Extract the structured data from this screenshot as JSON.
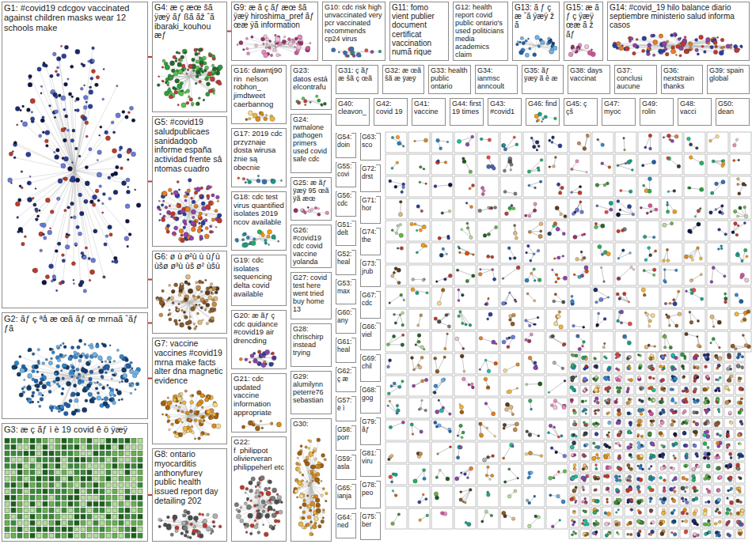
{
  "diagram": {
    "nodes": [
      {
        "text": [
          "G1: #covid19 cdcgov vaccinated against children masks wear 12 schools make"
        ]
      },
      {
        "text": [
          "G2: ãƒ ç ªå æ œã ãƒ œ mrnaã ˆãƒ ƒã"
        ]
      },
      {
        "text": [
          "G3: æ ç ãƒ ì è 19 covid ê ö ÿæÿ"
        ]
      },
      {
        "text": [
          "G4: æ ç æœ šã ÿæÿ ãƒ ßã ãž ˆã ibaraki_kouhou æƒ"
        ]
      },
      {
        "text": [
          "G5: #covid19 saludpublicaes sanidadgob informe españa actividad frente sâ ntomas cuadro"
        ]
      },
      {
        "text": [
          "G6: ø ù ø²ù ù ùƒù ùšø ø³ù ùš ø² ùšù"
        ]
      },
      {
        "text": [
          "G7: vaccine vaccines #covid19 mrna make facts alter dna magnetic evidence"
        ]
      },
      {
        "text": [
          "G8: ontario myocarditis anthonyfurey public health issued report day detailing 202"
        ]
      },
      {
        "text": [
          "G9: æ ã ç ãƒ æœ šã ÿæÿ hiroshima_pref ãƒ œæ ÿã information"
        ]
      },
      {
        "text": [
          "G10: cdc risk high unvaccinated very pcr vaccinated recommends cp24 virus"
        ]
      },
      {
        "text": [
          "G11: fomo vient publier document certificat vaccination numã rique"
        ]
      },
      {
        "text": [
          "G12: health report covid public ontario's used politicians media academics claim"
        ]
      },
      {
        "text": [
          "G13: ã ƒ ç æ ˆã ÿæÿ ž ã"
        ]
      },
      {
        "text": [
          "G15: æ ã ƒ ç ÿæÿ œæ ã ž ãƒ"
        ]
      },
      {
        "text": [
          "G14: #covid_19 hilo balance diario septiembre ministerio salud informa casos"
        ]
      },
      {
        "text": [
          "G16: dawntj90 rin_nelson robhon_ jimdtweet caerbannog"
        ]
      },
      {
        "text": [
          "G23: datos está elcontrafu"
        ]
      },
      {
        "text": [
          "G31: ç ãƒ æ šã ç œã"
        ]
      },
      {
        "text": [
          "G32: æ œã šã æ ÿæÿ"
        ]
      },
      {
        "text": [
          "G33: health public ontario"
        ]
      },
      {
        "text": [
          "G34: ianmsc anncoult"
        ]
      },
      {
        "text": [
          "G35: ãƒ ÿæÿ ã ê æ"
        ]
      },
      {
        "text": [
          "G38: days vaccinat"
        ]
      },
      {
        "text": [
          "G37: conclusi aucune"
        ]
      },
      {
        "text": [
          "G36: nextstrain thanks"
        ]
      },
      {
        "text": [
          "G39: spain global"
        ]
      },
      {
        "text": [
          "G40: cleavon_"
        ]
      },
      {
        "text": [
          "G42: covid 19"
        ]
      },
      {
        "text": [
          "G41: vaccine"
        ]
      },
      {
        "text": [
          "G44: first 19 times"
        ]
      },
      {
        "text": [
          "G43: #covid1"
        ]
      },
      {
        "text": [
          "G46: find"
        ]
      },
      {
        "text": [
          "G45: ç çš"
        ]
      },
      {
        "text": [
          "G47: myoc"
        ]
      },
      {
        "text": [
          "G49: rolin"
        ]
      },
      {
        "text": [
          "G48: vacci"
        ]
      },
      {
        "text": [
          "G50: dean"
        ]
      },
      {
        "text": [
          "G17: 2019 cdc przyznaje dosta wirusa żnie są obecnie"
        ]
      },
      {
        "text": [
          "G18: cdc test virus quantified isolates 2019 ncov available"
        ]
      },
      {
        "text": [
          "G19: cdc isolates sequencing delta covid available"
        ]
      },
      {
        "text": [
          "G20: æ ãƒ ç cdc guidance #covid19 air drencding"
        ]
      },
      {
        "text": [
          "G21: cdc updated vaccine information appropriate"
        ]
      },
      {
        "text": [
          "G22: f_philippot olivierveran philippeherl etc"
        ]
      },
      {
        "text": [
          "G24: rwmalone pathogen primers used covid safe cdc"
        ]
      },
      {
        "text": [
          "G25: æ ãƒ ÿæÿ 95 œã ÿã æœ"
        ]
      },
      {
        "text": [
          "G26: #covid19 cdc covid vaccine yolanda"
        ]
      },
      {
        "text": [
          "G27: covid test here went tried buy home 13"
        ]
      },
      {
        "text": [
          "G28: chrischirp instead trying"
        ]
      },
      {
        "text": [
          "G29: alumilynn peterre76 sebastian"
        ]
      },
      {
        "text": [
          "G30:"
        ]
      },
      {
        "text": [
          "G54: doin"
        ]
      },
      {
        "text": [
          "G55: covi"
        ]
      },
      {
        "text": [
          "G56: cdc"
        ]
      },
      {
        "text": [
          "G51: delt"
        ]
      },
      {
        "text": [
          "G52: heal"
        ]
      },
      {
        "text": [
          "G53: max"
        ]
      },
      {
        "text": [
          "G60: any"
        ]
      },
      {
        "text": [
          "G61: heal"
        ]
      },
      {
        "text": [
          "G62: ç æ"
        ]
      },
      {
        "text": [
          "G57: ë ì"
        ]
      },
      {
        "text": [
          "G58: porr"
        ]
      },
      {
        "text": [
          "G59: asla"
        ]
      },
      {
        "text": [
          "G65: ianja"
        ]
      },
      {
        "text": [
          "G64: ned"
        ]
      },
      {
        "text": [
          "G63: sco"
        ]
      },
      {
        "text": [
          "G72: drst"
        ]
      },
      {
        "text": [
          "G71: hor"
        ]
      },
      {
        "text": [
          "G74: the"
        ]
      },
      {
        "text": [
          "G73: jrub"
        ]
      },
      {
        "text": [
          "G67: cdc"
        ]
      },
      {
        "text": [
          "G66: viel"
        ]
      },
      {
        "text": [
          "G69: chil"
        ]
      },
      {
        "text": [
          "G68: gog"
        ]
      },
      {
        "text": [
          "G79: ãƒ"
        ]
      },
      {
        "text": [
          "G81: viru"
        ]
      },
      {
        "text": [
          "G78: peo"
        ]
      },
      {
        "text": [
          "G75: ber"
        ]
      }
    ],
    "edges": [
      {
        "from": 0,
        "to": 3,
        "arrow": "none"
      },
      {
        "from": 0,
        "to": 4,
        "arrow": "none"
      },
      {
        "from": 0,
        "to": 5,
        "arrow": "none"
      },
      {
        "from": 1,
        "to": 5,
        "arrow": "none"
      },
      {
        "from": 1,
        "to": 6,
        "arrow": "none"
      },
      {
        "from": 2,
        "to": 7,
        "arrow": "none"
      },
      {
        "from": 3,
        "to": 8,
        "arrow": "none"
      }
    ]
  }
}
